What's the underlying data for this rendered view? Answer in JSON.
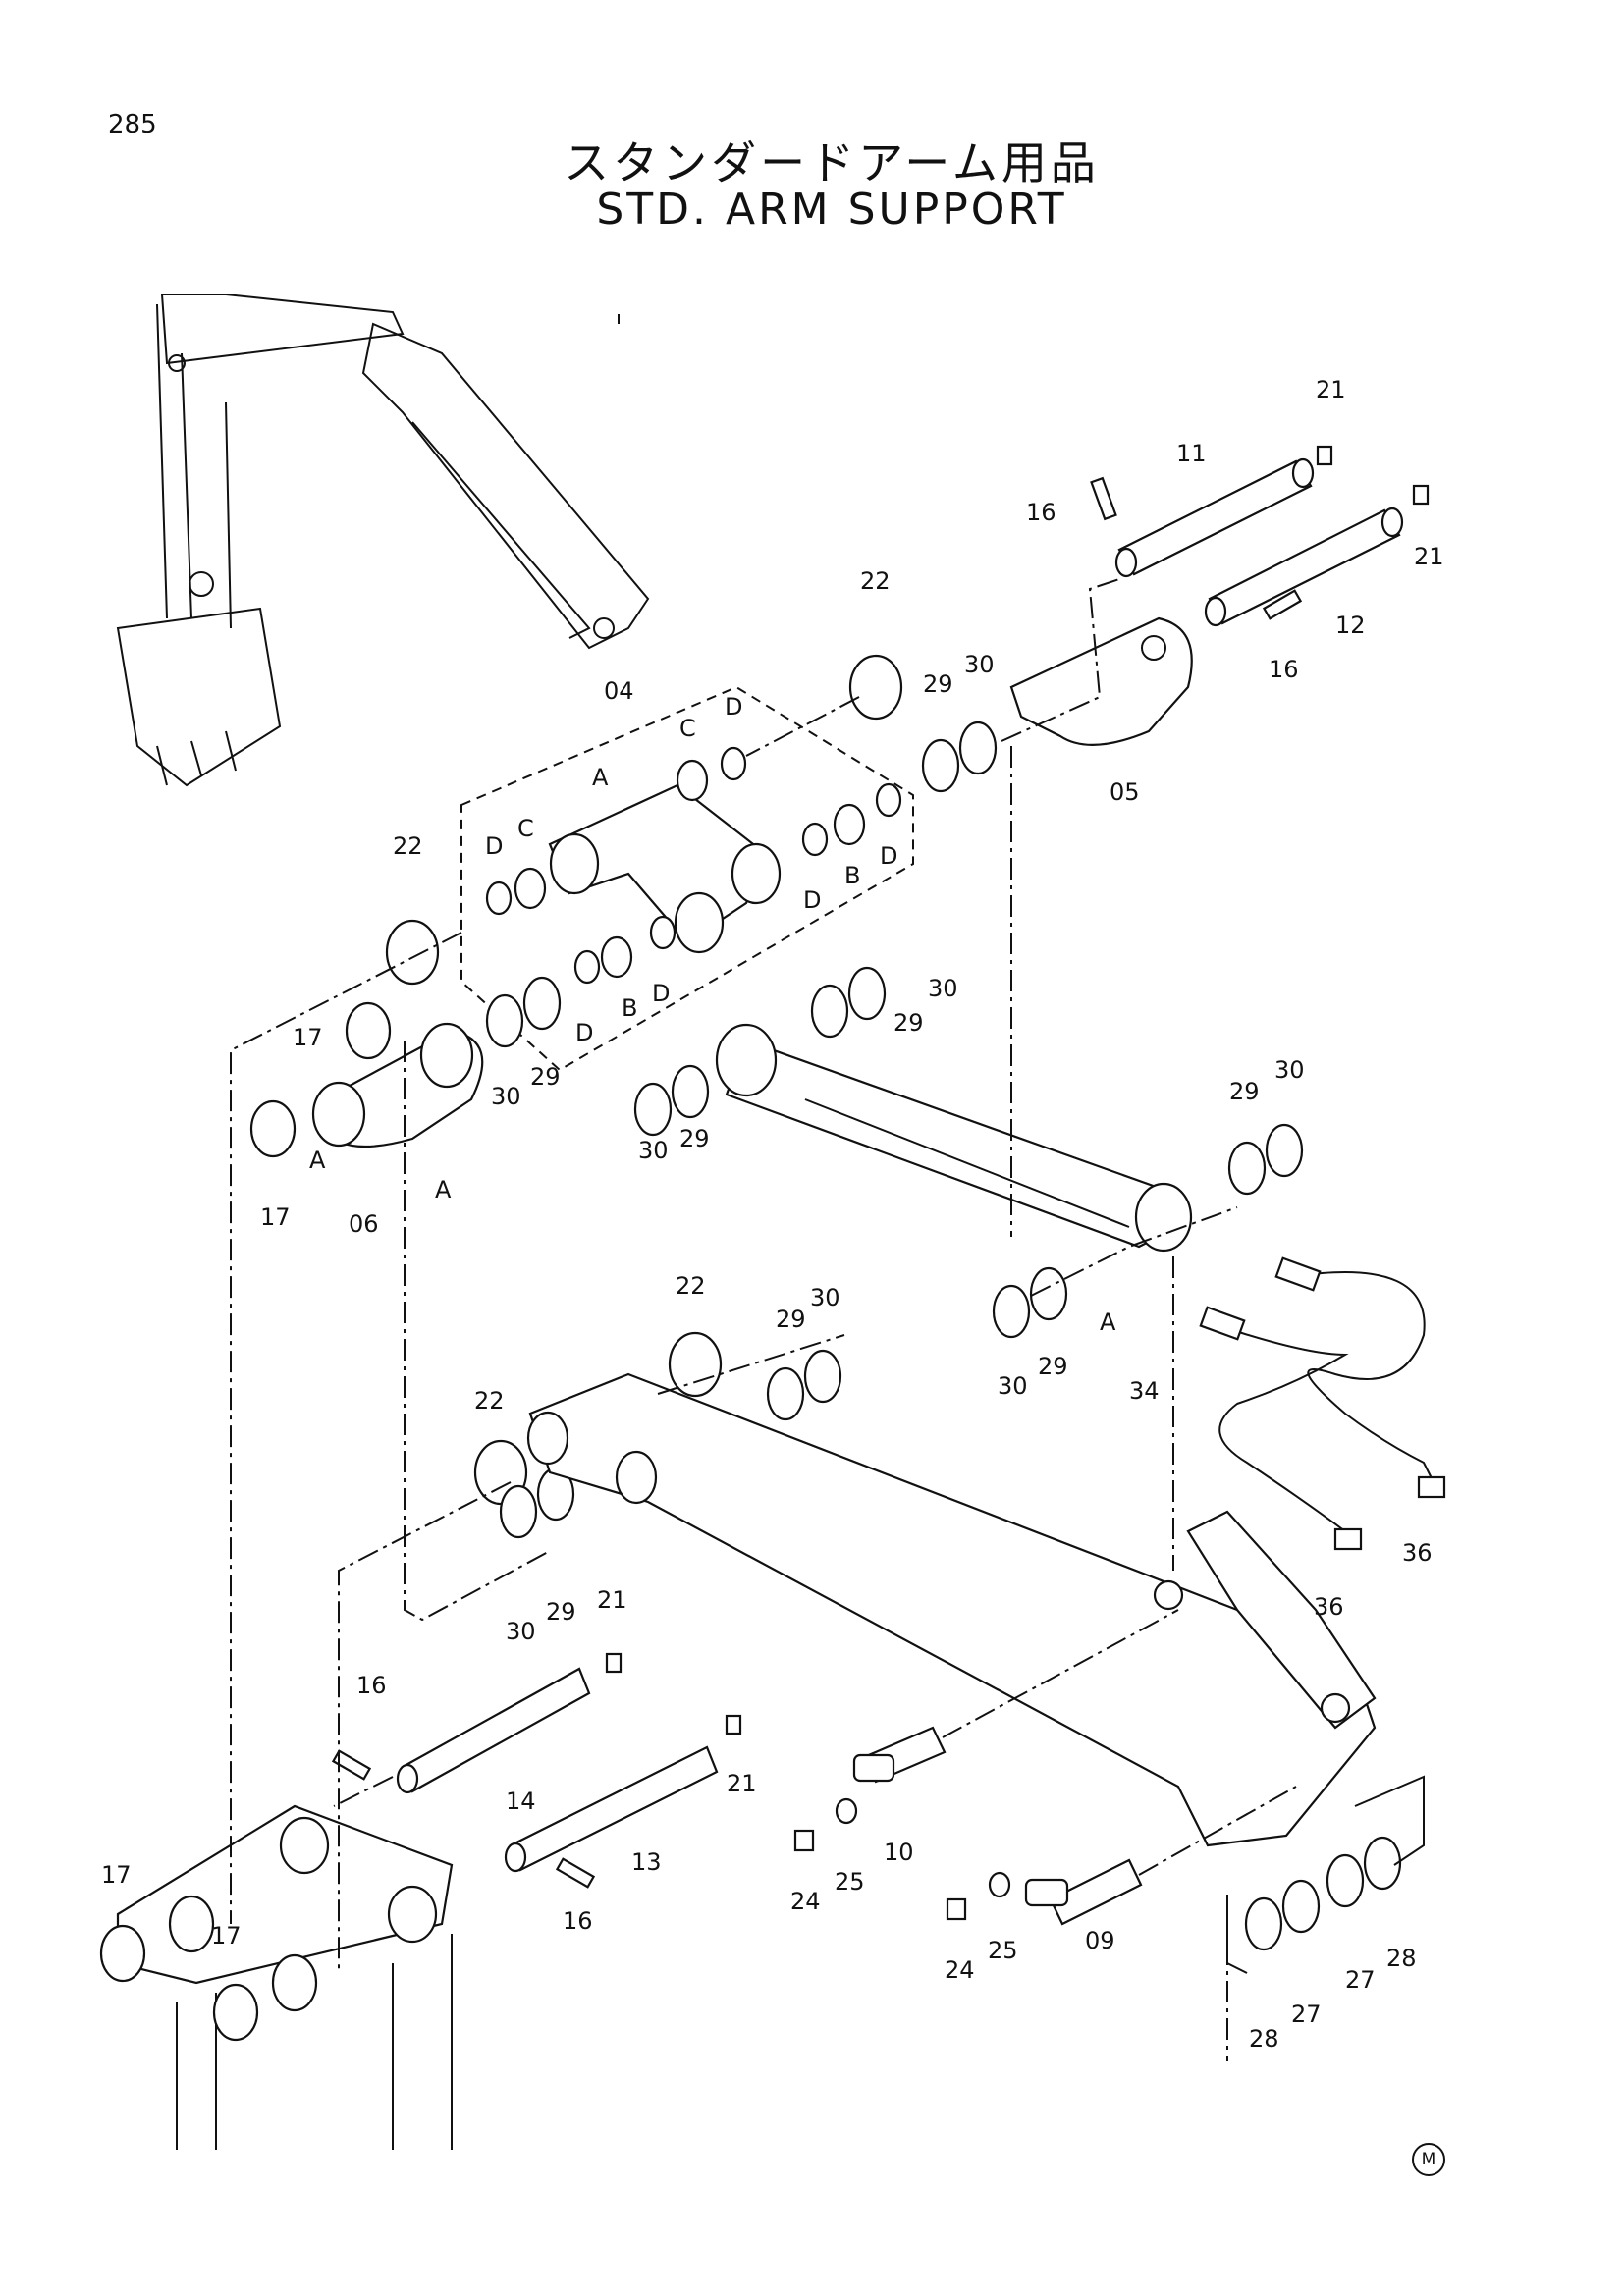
{
  "page_number": "285",
  "title_jp": "スタンダードアーム用品",
  "title_en": "STD. ARM SUPPORT",
  "mark": "M",
  "callouts": {
    "c21a": "21",
    "c11": "11",
    "c16a": "16",
    "c21b": "21",
    "c12": "12",
    "c16b": "16",
    "c22a": "22",
    "c30a": "30",
    "c29a": "29",
    "c05": "05",
    "c04": "04",
    "cCa": "C",
    "cDa": "D",
    "cAa": "A",
    "cDb": "D",
    "cCb": "C",
    "cDc": "D",
    "cBa": "B",
    "cDd": "D",
    "cDe": "D",
    "cBb": "B",
    "cDf": "D",
    "c22b": "22",
    "c17a": "17",
    "c30b": "30",
    "c29b": "29",
    "c30c": "30",
    "c29c": "29",
    "cAb": "A",
    "cAc": "A",
    "c17b": "17",
    "c06": "06",
    "c30d": "30",
    "c29d": "29",
    "c29e": "29",
    "c30e": "30",
    "c22c": "22",
    "c29f": "29",
    "c30f": "30",
    "c30g": "30",
    "c29g": "29",
    "cAd": "A",
    "c34": "34",
    "c22d": "22",
    "c30h": "30",
    "c29h": "29",
    "c36a": "36",
    "c36b": "36",
    "c21c": "21",
    "c16c": "16",
    "c14": "14",
    "c21d": "21",
    "c13": "13",
    "c16d": "16",
    "c24a": "24",
    "c25a": "25",
    "c10": "10",
    "c24b": "24",
    "c25b": "25",
    "c09": "09",
    "c17c": "17",
    "c17d": "17",
    "c28a": "28",
    "c27a": "27",
    "c27b": "27",
    "c28b": "28"
  }
}
